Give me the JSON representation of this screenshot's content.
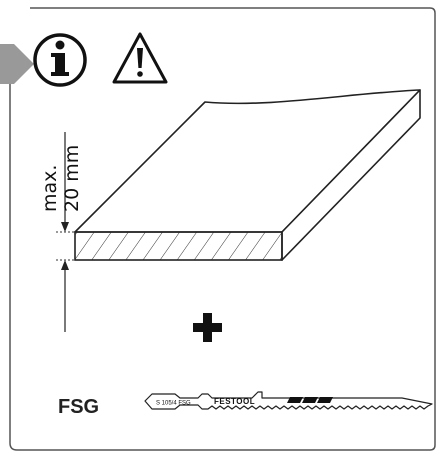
{
  "dimension": {
    "line1": "max.",
    "line2": "20 mm"
  },
  "blade": {
    "model": "FSG",
    "code": "S 105/4 FSG",
    "brand": "FESTOOL"
  },
  "icons": [
    "info-icon",
    "warning-icon",
    "pointer-arrow-icon",
    "plus-icon"
  ]
}
